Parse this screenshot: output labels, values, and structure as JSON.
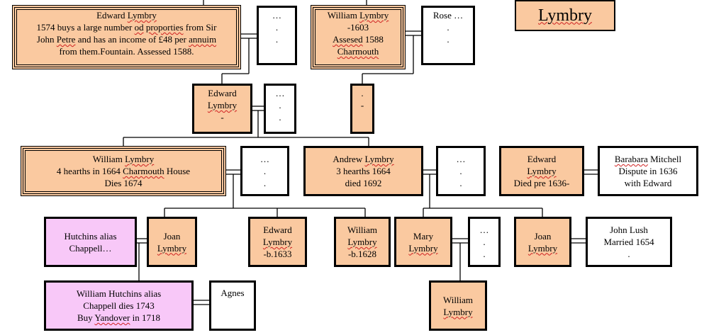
{
  "title": "Lymbry",
  "boxes": {
    "edward_1574": {
      "lines": [
        "Edward Lymbry",
        "1574 buys  a large number od proporties from Sir",
        "John Petre and has an income of £48 per annuim",
        "from them.Fountain. Assessed 1588."
      ]
    },
    "dots_1": {
      "lines": [
        "…",
        ".",
        "."
      ]
    },
    "william_1603": {
      "lines": [
        "William Lymbry",
        "-1603",
        "Assesed 1588",
        "Charmouth"
      ]
    },
    "rose": {
      "lines": [
        "Rose …",
        ".",
        "."
      ]
    },
    "edward_2": {
      "lines": [
        "Edward",
        "Lymbry",
        "-"
      ]
    },
    "dots_2": {
      "lines": [
        "…",
        ".",
        "."
      ]
    },
    "dash_box": {
      "lines": [
        ".",
        "-"
      ]
    },
    "william_1664": {
      "lines": [
        "William Lymbry",
        "4 hearths in 1664 Charmouth House",
        "Dies 1674"
      ]
    },
    "dots_3": {
      "lines": [
        "…",
        ".",
        "."
      ]
    },
    "andrew": {
      "lines": [
        "Andrew Lymbry",
        "3 hearths 1664",
        "died 1692"
      ]
    },
    "dots_4": {
      "lines": [
        "…",
        ".",
        "."
      ]
    },
    "edward_pre1636": {
      "lines": [
        "Edward",
        "Lymbry",
        "Died pre 1636-"
      ]
    },
    "barabara": {
      "lines": [
        "Barabara Mitchell",
        "Dispute in 1636",
        "with Edward"
      ]
    },
    "hutchins": {
      "lines": [
        "Hutchins alias",
        "Chappell…"
      ]
    },
    "joan_1": {
      "lines": [
        "Joan",
        "Lymbry"
      ]
    },
    "edward_1633": {
      "lines": [
        "Edward",
        "Lymbry",
        "-b.1633"
      ]
    },
    "william_1628": {
      "lines": [
        "William",
        "Lymbry",
        "-b.1628"
      ]
    },
    "mary": {
      "lines": [
        "Mary",
        "Lymbry"
      ]
    },
    "dots_5": {
      "lines": [
        "…",
        ".",
        "."
      ]
    },
    "joan_2": {
      "lines": [
        "Joan",
        "Lymbry"
      ]
    },
    "john_lush": {
      "lines": [
        "John Lush",
        "Married 1654",
        "."
      ]
    },
    "william_hutchins": {
      "lines": [
        "William Hutchins alias",
        "Chappell dies 1743",
        "Buy Yandover in 1718"
      ]
    },
    "agnes": {
      "lines": [
        "Agnes"
      ]
    },
    "william_last": {
      "lines": [
        "William",
        "Lymbry"
      ]
    }
  }
}
